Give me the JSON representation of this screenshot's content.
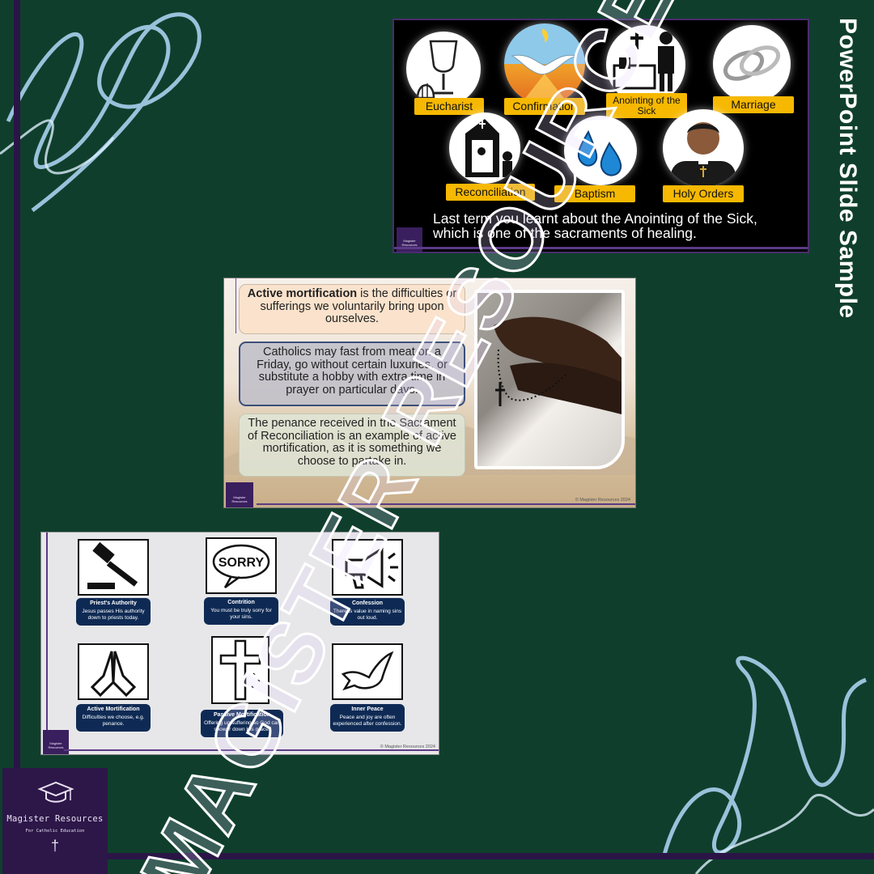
{
  "page": {
    "vertical_title": "PowerPoint Slide Sample",
    "colors": {
      "background": "#0f3f2c",
      "frame": "#2b1547",
      "accent_yellow": "#f6b800",
      "card_navy": "#0e2a54"
    }
  },
  "slide1": {
    "sacraments": [
      "Eucharist",
      "Confirmation",
      "Anointing of the Sick",
      "Marriage",
      "Reconciliation",
      "Baptism",
      "Holy Orders"
    ],
    "text": "Last term you learnt about the Anointing of the Sick, which is one of the sacraments of healing.",
    "logo_text": "Magister Resources"
  },
  "slide2": {
    "box1_bold": "Active mortification",
    "box1_rest": " is the difficulties or sufferings we voluntarily bring upon ourselves.",
    "box2": "Catholics may fast from meat on a Friday, go without certain luxuries, or substitute a hobby with extra time in prayer on particular days.",
    "box3": "The penance received in the Sacrament of Reconciliation is an example of active mortification, as it is something we choose to partake in.",
    "copyright": "© Magister Resources 2024",
    "logo_text": "Magister Resources",
    "photo_icon": "rosary-hands-photo"
  },
  "slide3": {
    "cards": [
      {
        "title": "Priest's Authority",
        "desc": "Jesus passes His authority down to priests today.",
        "icon": "gavel-icon"
      },
      {
        "title": "Contrition",
        "desc": "You must be truly sorry for your sins.",
        "icon": "sorry-speech-bubble-icon",
        "icon_text": "SORRY"
      },
      {
        "title": "Confession",
        "desc": "There is value in naming sins out loud.",
        "icon": "megaphone-icon"
      },
      {
        "title": "Active Mortification",
        "desc": "Difficulties we choose, e.g. penance.",
        "icon": "praying-hands-icon"
      },
      {
        "title": "Passive Mortification",
        "desc": "Offering up suffering so God can shower down His grace.",
        "icon": "cross-icon"
      },
      {
        "title": "Inner Peace",
        "desc": "Peace and joy are often experienced after confession.",
        "icon": "dove-icon"
      }
    ],
    "copyright": "© Magister Resources 2024",
    "logo_text": "Magister Resources"
  },
  "logo": {
    "name": "Magister Resources",
    "subtitle": "For Catholic Education",
    "cross": "†",
    "icon": "graduation-cap-icon"
  },
  "watermark": {
    "text": "MAGISTER RESOURCES"
  }
}
